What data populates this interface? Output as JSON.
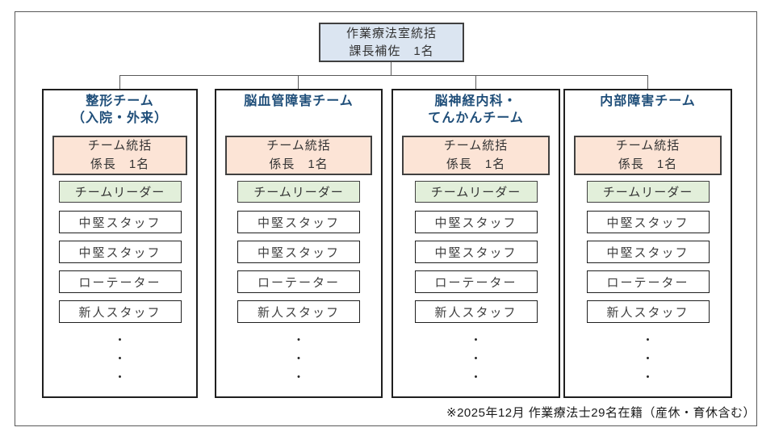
{
  "colors": {
    "blue_fill": "#dbe5f1",
    "peach_fill": "#fce4d6",
    "green_fill": "#e2efda",
    "team_title": "#1f4e79",
    "line": "#595959"
  },
  "root_box": {
    "label": "作業療法室統括\n課長補佐　1名"
  },
  "teams": [
    {
      "name": "整形チーム\n（入院・外来）",
      "supervisor": "チーム統括\n係長　1名",
      "leader": "チームリーダー",
      "staff": [
        "中堅スタッフ",
        "中堅スタッフ",
        "ローテーター",
        "新人スタッフ"
      ],
      "dots": [
        "・",
        "・",
        "・"
      ]
    },
    {
      "name": "脳血管障害チーム",
      "supervisor": "チーム統括\n係長　1名",
      "leader": "チームリーダー",
      "staff": [
        "中堅スタッフ",
        "中堅スタッフ",
        "ローテーター",
        "新人スタッフ"
      ],
      "dots": [
        "・",
        "・",
        "・"
      ]
    },
    {
      "name": "脳神経内科・\nてんかんチーム",
      "supervisor": "チーム統括\n係長　1名",
      "leader": "チームリーダー",
      "staff": [
        "中堅スタッフ",
        "中堅スタッフ",
        "ローテーター",
        "新人スタッフ"
      ],
      "dots": [
        "・",
        "・",
        "・"
      ]
    },
    {
      "name": "内部障害チーム",
      "supervisor": "チーム統括\n係長　1名",
      "leader": "チームリーダー",
      "staff": [
        "中堅スタッフ",
        "中堅スタッフ",
        "ローテーター",
        "新人スタッフ"
      ],
      "dots": [
        "・",
        "・",
        "・"
      ]
    }
  ],
  "footnote": "※2025年12月 作業療法士29名在籍（産休・育休含む）"
}
